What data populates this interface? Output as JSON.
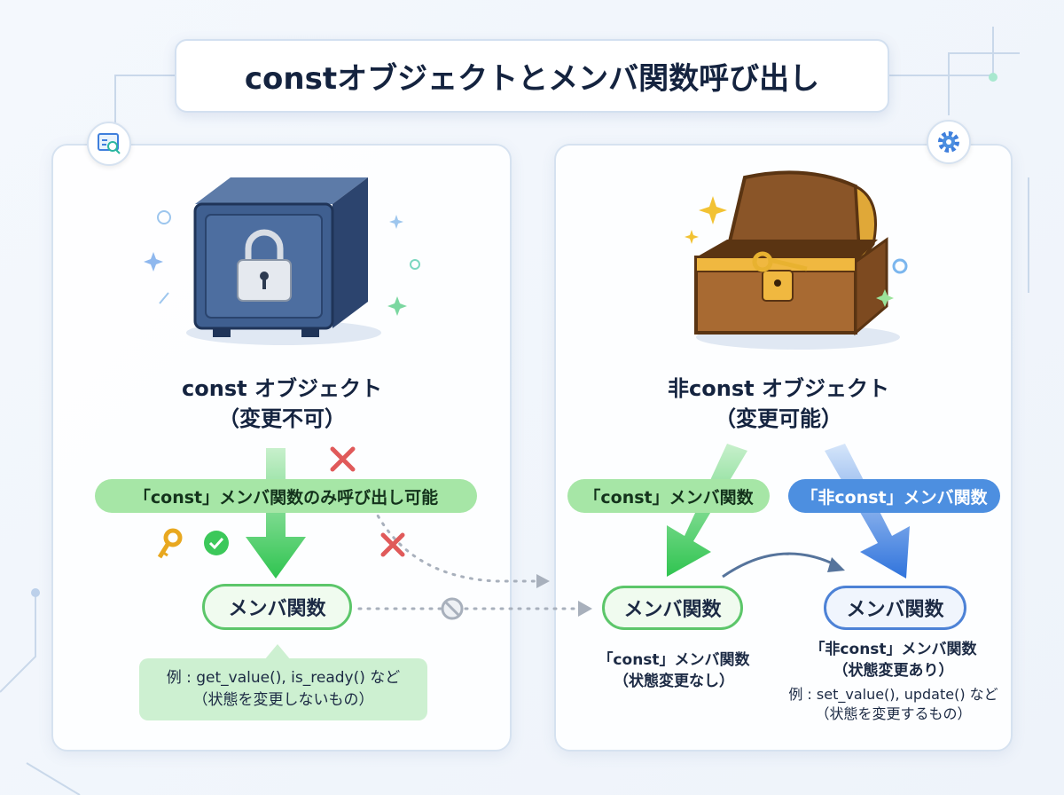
{
  "title": "constオブジェクトとメンバ関数呼び出し",
  "left": {
    "object_label": "const オブジェクト",
    "object_sub": "（変更不可）",
    "call_pill": "「const」メンバ関数のみ呼び出し可能",
    "member_pill": "メンバ関数",
    "callout_line1": "例 : get_value(), is_ready() など",
    "callout_line2": "（状態を変更しないもの）"
  },
  "right": {
    "object_label": "非const オブジェクト",
    "object_sub": "（変更可能）",
    "const_pill": "「const」メンバ関数",
    "nonconst_pill": "「非const」メンバ関数",
    "member_const": "メンバ関数",
    "member_nonconst": "メンバ関数",
    "const_desc1": "「const」メンバ関数",
    "const_desc2": "（状態変更なし）",
    "nonconst_desc1": "「非const」メンバ関数",
    "nonconst_desc2": "（状態変更あり）",
    "nonconst_ex1": "例 : set_value(), update() など",
    "nonconst_ex2": "（状態を変更するもの）"
  },
  "colors": {
    "green": "#3cc85a",
    "blue": "#3f7fdc",
    "red": "#e05a5a"
  }
}
